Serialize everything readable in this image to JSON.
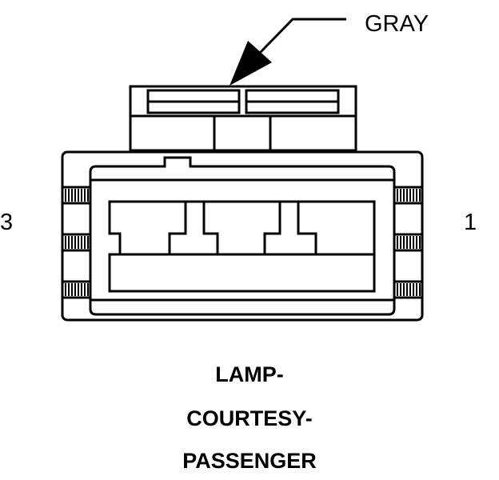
{
  "callout": {
    "color_label": "GRAY"
  },
  "pins": {
    "left": "3",
    "right": "1"
  },
  "title": {
    "line1": "LAMP-",
    "line2": "COURTESY-",
    "line3": "PASSENGER"
  }
}
